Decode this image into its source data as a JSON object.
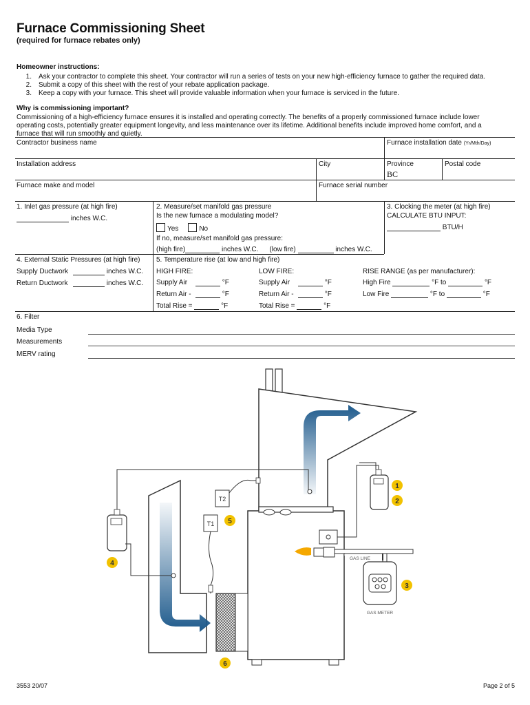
{
  "header": {
    "title": "Furnace Commissioning Sheet",
    "subtitle": "(required for furnace rebates only)"
  },
  "instructions": {
    "heading": "Homeowner instructions:",
    "items": [
      {
        "num": "1.",
        "text": "Ask your contractor to complete this sheet. Your contractor will run a series of tests on your new high-efficiency furnace to gather the required data."
      },
      {
        "num": "2.",
        "text": "Submit a copy of this sheet with the rest of your rebate application package."
      },
      {
        "num": "3.",
        "text": "Keep a copy with your furnace. This sheet will provide valuable information when your furnace is serviced in the future."
      }
    ]
  },
  "why": {
    "heading": "Why is commissioning important?",
    "line1": "Commissioning of a high-efficiency furnace ensures it is installed and operating correctly. The benefits of a properly commissioned furnace include lower",
    "line2": "operating costs, potentially greater equipment longevity, and less maintenance over its lifetime. Additional benefits include improved home comfort, and a",
    "line3": "furnace that will run smoothly and quietly."
  },
  "form": {
    "contractor_business_name": "Contractor business name",
    "install_date_label": "Furnace installation date",
    "install_date_format": "(Yr/Mth/Day)",
    "installation_address": "Installation address",
    "city": "City",
    "province": "Province",
    "province_value": "BC",
    "postal_code": "Postal code",
    "make_model": "Furnace make and model",
    "serial_number": "Furnace serial number"
  },
  "sec1": {
    "label": "1.  Inlet gas pressure (at high fire)",
    "unit": "inches W.C."
  },
  "sec2": {
    "label": "2.  Measure/set manifold gas pressure",
    "question": "Is the new furnace a modulating model?",
    "yes": "Yes",
    "no": "No",
    "if_no": "If no, measure/set manifold gas pressure:",
    "high_fire": "(high fire)",
    "unit1": "inches W.C.",
    "low_fire": "(low fire)",
    "unit2": "inches W.C."
  },
  "sec3": {
    "label": "3.  Clocking the meter (at high fire)",
    "calc": "CALCULATE BTU INPUT:",
    "unit": "BTU/H"
  },
  "sec4": {
    "label": "4.  External Static Pressures (at high fire)",
    "supply": "Supply Ductwork",
    "return": "Return Ductwork",
    "unit": "inches W.C."
  },
  "sec5": {
    "label": "5. Temperature rise (at low and high fire)",
    "high_fire": "HIGH FIRE:",
    "low_fire": "LOW FIRE:",
    "rise_range": "RISE RANGE (as per manufacturer):",
    "supply_air": "Supply Air",
    "return_air": "Return Air -",
    "total_rise": "Total Rise =",
    "deg": "°F",
    "high_fire_range": "High Fire",
    "low_fire_range": "Low Fire",
    "deg_to": "°F to"
  },
  "sec6": {
    "label": "6.  Filter",
    "media_type": "Media Type",
    "measurements": "Measurements",
    "merv": "MERV rating"
  },
  "diagram": {
    "gas_line": "GAS LINE",
    "gas_meter": "GAS METER",
    "t1": "T1",
    "t2": "T2",
    "badges": [
      "1",
      "2",
      "3",
      "4",
      "5",
      "6"
    ],
    "colors": {
      "arrow": "#1e5a8c",
      "badge": "#f2c200",
      "flame": "#f5a800"
    }
  },
  "footer": {
    "code": "3553 20/07",
    "page": "Page 2 of 5"
  }
}
